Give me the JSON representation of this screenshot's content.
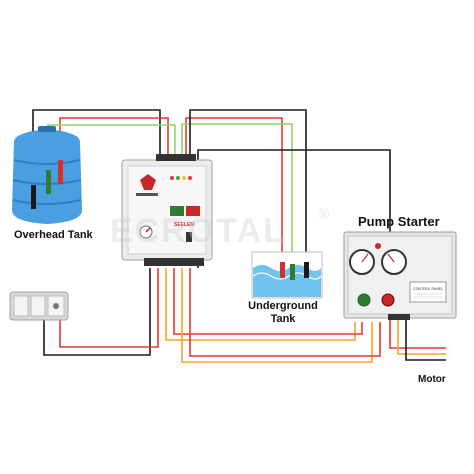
{
  "labels": {
    "overhead_tank": "Overhead Tank",
    "underground_tank_line1": "Underground",
    "underground_tank_line2": "Tank",
    "pump_starter": "Pump Starter",
    "motor": "Motor",
    "watermark": "ECROTAL",
    "registered_mark": "®"
  },
  "controller": {
    "brand": "SEELEN",
    "gauge_labels": [
      "CONTROL PANEL"
    ]
  },
  "colors": {
    "wire_black": "#1a1a1a",
    "wire_red": "#e53935",
    "wire_orange": "#f5a623",
    "wire_green": "#8bd66a",
    "tank_blue": "#4a9fe0",
    "water_blue": "#6fc3ee",
    "panel_grey": "#e6e6e6"
  }
}
